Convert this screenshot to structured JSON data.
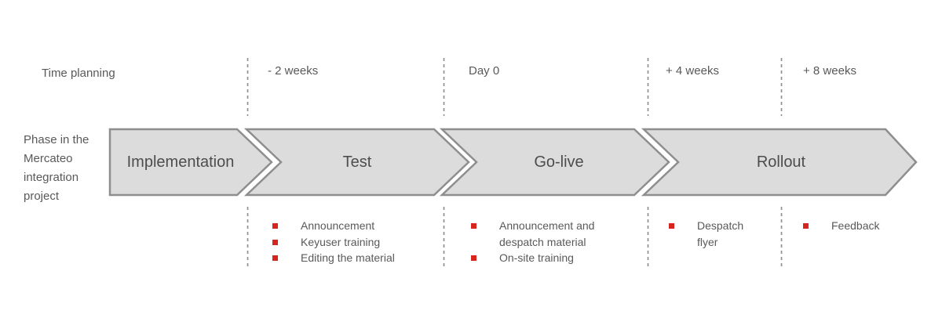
{
  "row_labels": {
    "timeline": "Time planning",
    "phase_lines": [
      "Phase in the",
      "Mercateo",
      "integration",
      "project"
    ]
  },
  "milestones": [
    {
      "label": "- 2 weeks"
    },
    {
      "label": "Day 0"
    },
    {
      "label": "+ 4 weeks"
    },
    {
      "label": "+ 8 weeks"
    }
  ],
  "phases": [
    {
      "label": "Implementation"
    },
    {
      "label": "Test"
    },
    {
      "label": "Go-live"
    },
    {
      "label": "Rollout"
    }
  ],
  "task_columns": [
    {
      "items": [
        "Announcement",
        "Keyuser training",
        "Editing the material"
      ]
    },
    {
      "items": [
        "Announcement and despatch material",
        "On-site training"
      ]
    },
    {
      "items": [
        "Despatch flyer"
      ]
    },
    {
      "items": [
        "Feedback"
      ]
    }
  ],
  "colors": {
    "arrow_fill": "#dcdcdc",
    "arrow_stroke": "#8e8e8e",
    "bullet": "#d7241e",
    "text": "#595959",
    "phase_text": "#4d4d4d",
    "dash": "#8c8c8c"
  }
}
